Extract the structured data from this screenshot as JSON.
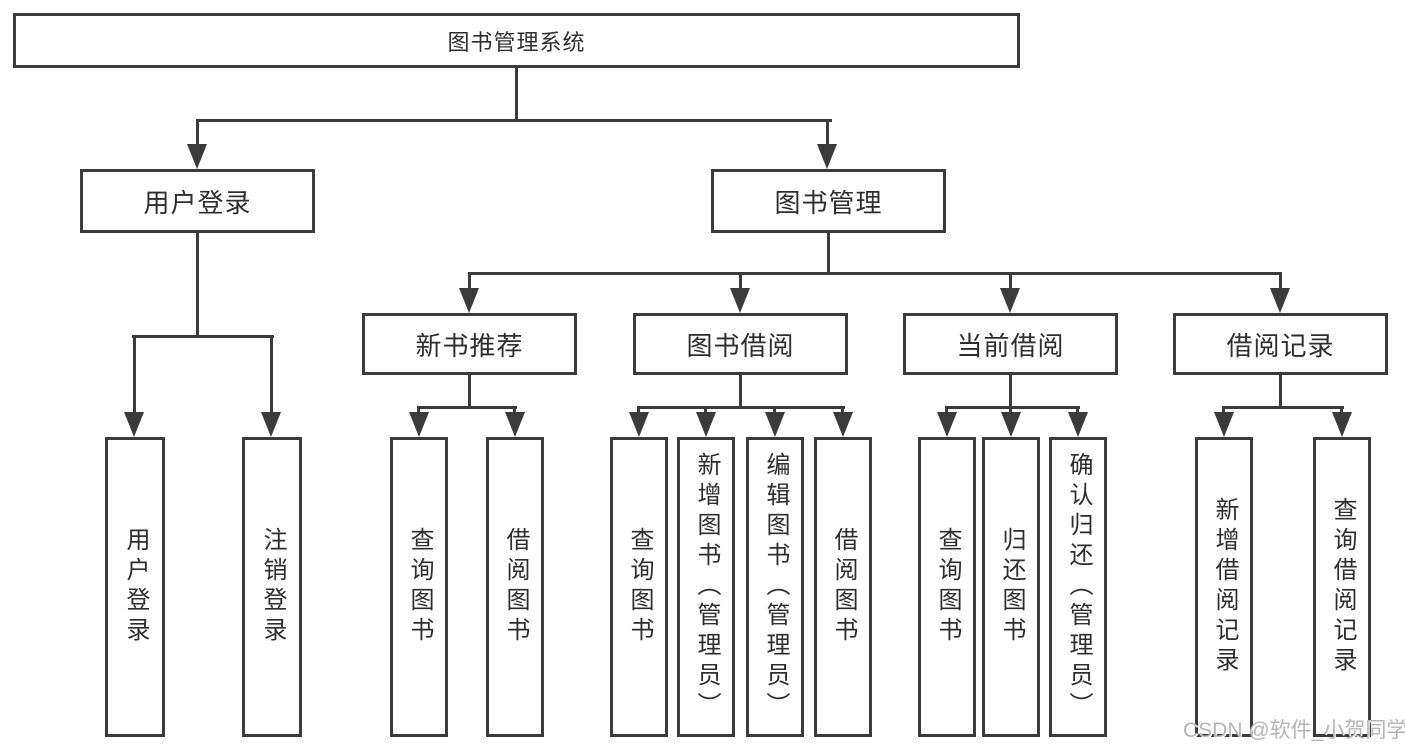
{
  "tree": {
    "root": {
      "label": "图书管理系统",
      "children": [
        {
          "label": "用户登录",
          "children": [
            {
              "label": "用户登录"
            },
            {
              "label": "注销登录"
            }
          ]
        },
        {
          "label": "图书管理",
          "children": [
            {
              "label": "新书推荐",
              "children": [
                {
                  "label": "查询图书"
                },
                {
                  "label": "借阅图书"
                }
              ]
            },
            {
              "label": "图书借阅",
              "children": [
                {
                  "label": "查询图书"
                },
                {
                  "label": "新增图书（管理员）"
                },
                {
                  "label": "编辑图书（管理员）"
                },
                {
                  "label": "借阅图书"
                }
              ]
            },
            {
              "label": "当前借阅",
              "children": [
                {
                  "label": "查询图书"
                },
                {
                  "label": "归还图书"
                },
                {
                  "label": "确认归还（管理员）"
                }
              ]
            },
            {
              "label": "借阅记录",
              "children": [
                {
                  "label": "新增借阅记录"
                },
                {
                  "label": "查询借阅记录"
                }
              ]
            }
          ]
        }
      ]
    }
  },
  "colors": {
    "line": "#3b3b3b",
    "text": "#2e2e2e",
    "watermark_text": "#b5b5b5",
    "background": "#ffffff"
  },
  "watermark": {
    "text": "CSDN @软件_小贺同学"
  }
}
